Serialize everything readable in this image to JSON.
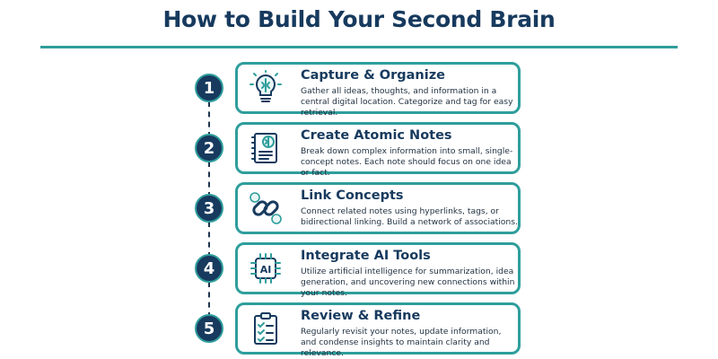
{
  "title": "How to Build Your Second Brain",
  "colors": {
    "navy": "#173a5e",
    "teal": "#2f9e9c"
  },
  "steps": [
    {
      "number": "1",
      "title": "Capture & Organize",
      "description": "Gather all ideas, thoughts, and information in a central digital location. Categorize and tag for easy retrieval.",
      "icon": "lightbulb-brain-icon"
    },
    {
      "number": "2",
      "title": "Create Atomic Notes",
      "description": "Break down complex information into small, single-concept notes. Each note should focus on one idea or fact.",
      "icon": "notebook-brain-icon"
    },
    {
      "number": "3",
      "title": "Link Concepts",
      "description": "Connect related notes using hyperlinks, tags, or bidirectional linking. Build a network of associations.",
      "icon": "chain-link-brain-icon"
    },
    {
      "number": "4",
      "title": "Integrate AI Tools",
      "description": "Utilize artificial intelligence for summarization, idea generation, and uncovering new connections within your notes.",
      "icon": "ai-chip-icon",
      "icon_text": "AI"
    },
    {
      "number": "5",
      "title": "Review & Refine",
      "description": "Regularly revisit your notes, update information, and condense insights to maintain clarity and relevance.",
      "icon": "checklist-clipboard-icon"
    }
  ]
}
